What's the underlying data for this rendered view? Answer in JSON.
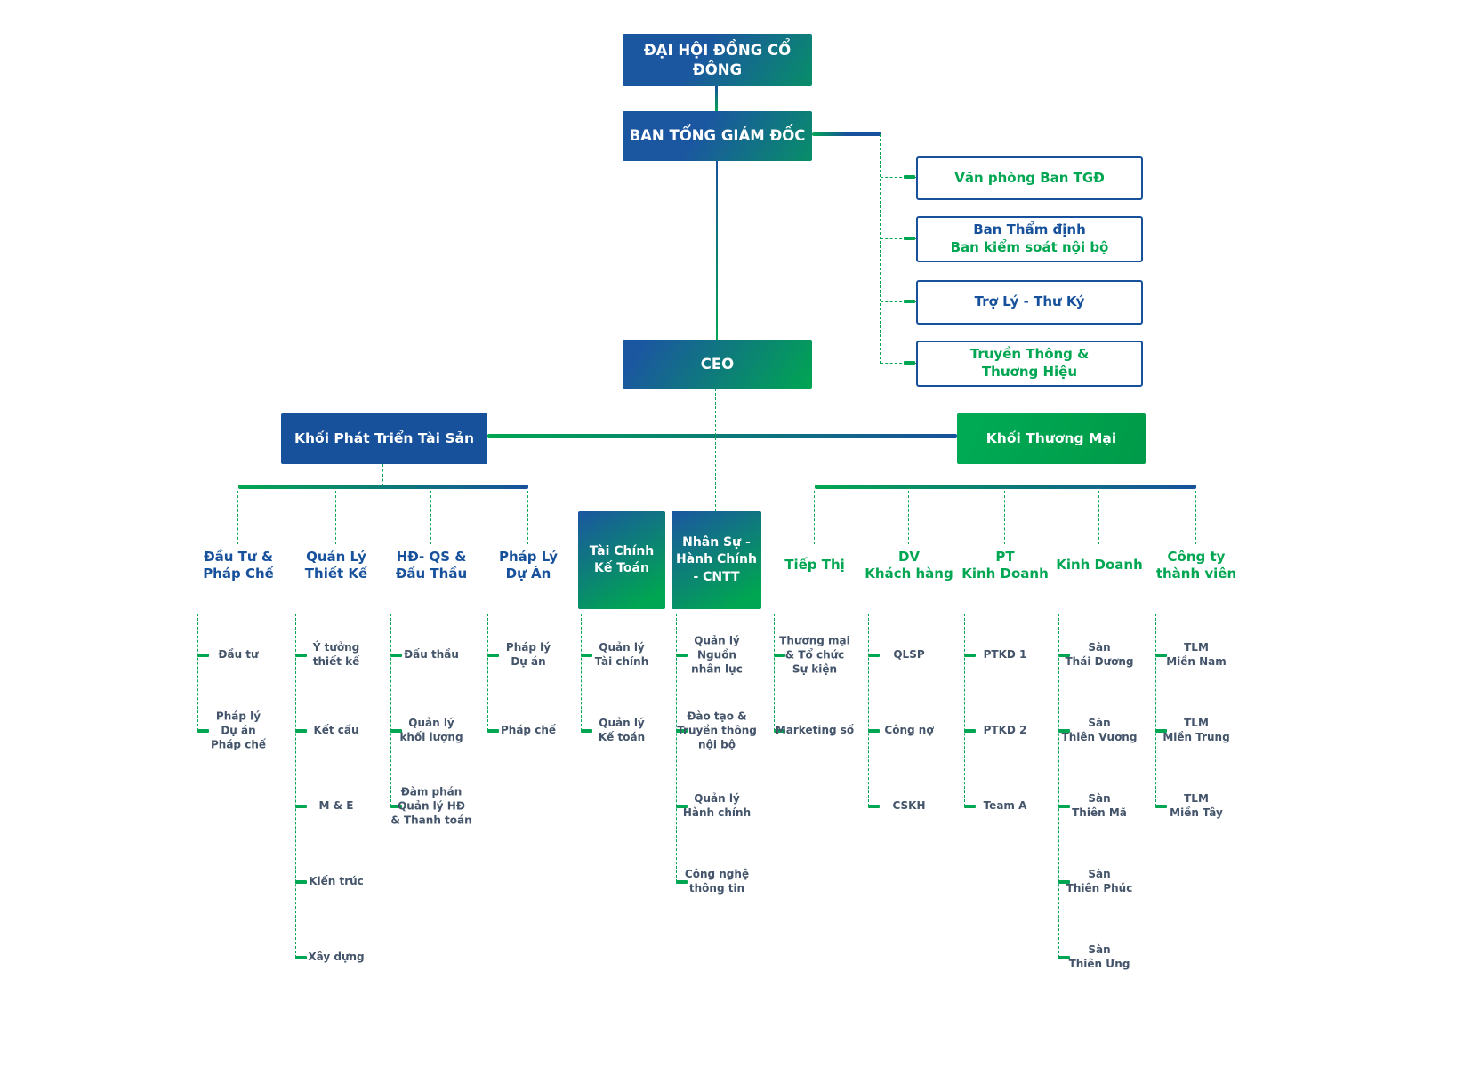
{
  "palette": {
    "blue": "#17519c",
    "green": "#00a651",
    "item_text": "#44546a"
  },
  "nodes": {
    "shareholders": "ĐẠI HỘI ĐỒNG CỔ ĐÔNG",
    "board": "BAN TỔNG GIÁM ĐỐC",
    "ceo": "CEO",
    "division_left": "Khối Phát Triển Tài Sản",
    "division_right": "Khối Thương Mại"
  },
  "staff_boxes": [
    {
      "lines": [
        {
          "text": "Văn phòng Ban TGĐ",
          "color": "green"
        }
      ]
    },
    {
      "lines": [
        {
          "text": "Ban Thẩm định",
          "color": "blue"
        },
        {
          "text": "Ban kiểm soát nội bộ",
          "color": "green"
        }
      ]
    },
    {
      "lines": [
        {
          "text": "Trợ Lý - Thư Ký",
          "color": "blue"
        }
      ]
    },
    {
      "lines": [
        {
          "text": "Truyền Thông &",
          "color": "green"
        },
        {
          "text": "Thương Hiệu",
          "color": "green"
        }
      ]
    }
  ],
  "columns": [
    {
      "group": "left",
      "title": "Đầu Tư &\nPháp Chế",
      "items": [
        "Đầu tư",
        "Pháp lý\nDự án\nPháp chế"
      ]
    },
    {
      "group": "left",
      "title": "Quản Lý\nThiết Kế",
      "items": [
        "Ý tưởng\nthiết kế",
        "Kết cấu",
        "M & E",
        "Kiến trúc",
        "Xây dựng"
      ]
    },
    {
      "group": "left",
      "title": "HĐ- QS &\nĐấu Thầu",
      "items": [
        "Đấu thầu",
        "Quản lý\nkhối lượng",
        "Đàm phán\nQuản lý HĐ\n& Thanh toán"
      ]
    },
    {
      "group": "left",
      "title": "Pháp Lý\nDự Án",
      "items": [
        "Pháp lý\nDự án",
        "Pháp chế"
      ]
    },
    {
      "group": "dept",
      "title": "Tài Chính\nKế Toán",
      "items": [
        "Quản lý\nTài chính",
        "Quản lý\nKế toán"
      ]
    },
    {
      "group": "dept",
      "title": "Nhân Sự -\nHành Chính\n- CNTT",
      "items": [
        "Quản lý\nNguồn\nnhân lực",
        "Đào tạo &\nTruyền thông\nnội bộ",
        "Quản lý\nHành chính",
        "Công nghệ\nthông tin"
      ]
    },
    {
      "group": "right",
      "title": "Tiếp Thị",
      "items": [
        "Thương mại\n& Tổ chức\nSự kiện",
        "Marketing số"
      ]
    },
    {
      "group": "right",
      "title": "DV\nKhách hàng",
      "items": [
        "QLSP",
        "Công nợ",
        "CSKH"
      ]
    },
    {
      "group": "right",
      "title": "PT\nKinh Doanh",
      "items": [
        "PTKD 1",
        "PTKD 2",
        "Team A"
      ]
    },
    {
      "group": "right",
      "title": "Kinh Doanh",
      "items": [
        "Sàn\nThái Dương",
        "Sàn\nThiên Vương",
        "Sàn\nThiên Mã",
        "Sàn\nThiên Phúc",
        "Sàn\nThiên Ưng"
      ]
    },
    {
      "group": "right",
      "title": "Công ty\nthành viên",
      "items": [
        "TLM\nMiền Nam",
        "TLM\nMiền Trung",
        "TLM\nMiền Tây"
      ]
    }
  ]
}
